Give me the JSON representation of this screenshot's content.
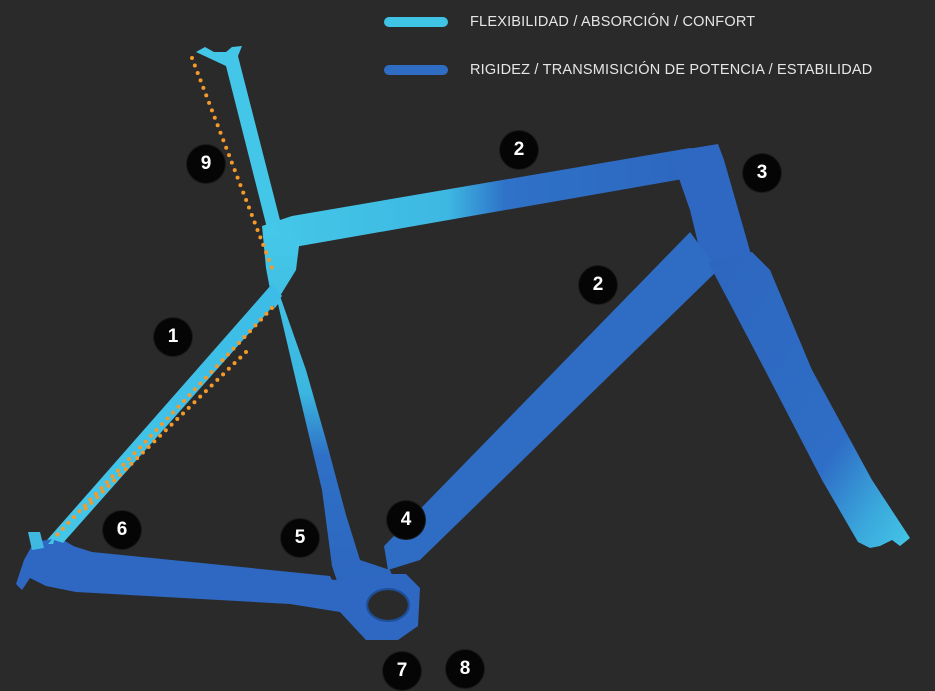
{
  "colors": {
    "background": "#2b2a2a",
    "flex": "#3fc4e6",
    "rigid": "#2f6cc4",
    "dotted_line": "#f39a2a"
  },
  "legend": [
    {
      "label": "FLEXIBILIDAD / ABSORCIÓN / CONFORT",
      "color": "#3fc4e6"
    },
    {
      "label": "RIGIDEZ /  TRANSMISICIÓN DE POTENCIA / ESTABILIDAD",
      "color": "#2f6cc4"
    }
  ],
  "markers": {
    "m1": "1",
    "m2_top_tube": "2",
    "m2_down_tube": "2",
    "m3": "3",
    "m4": "4",
    "m5": "5",
    "m6": "6",
    "m7": "7",
    "m8": "8",
    "m9": "9"
  }
}
